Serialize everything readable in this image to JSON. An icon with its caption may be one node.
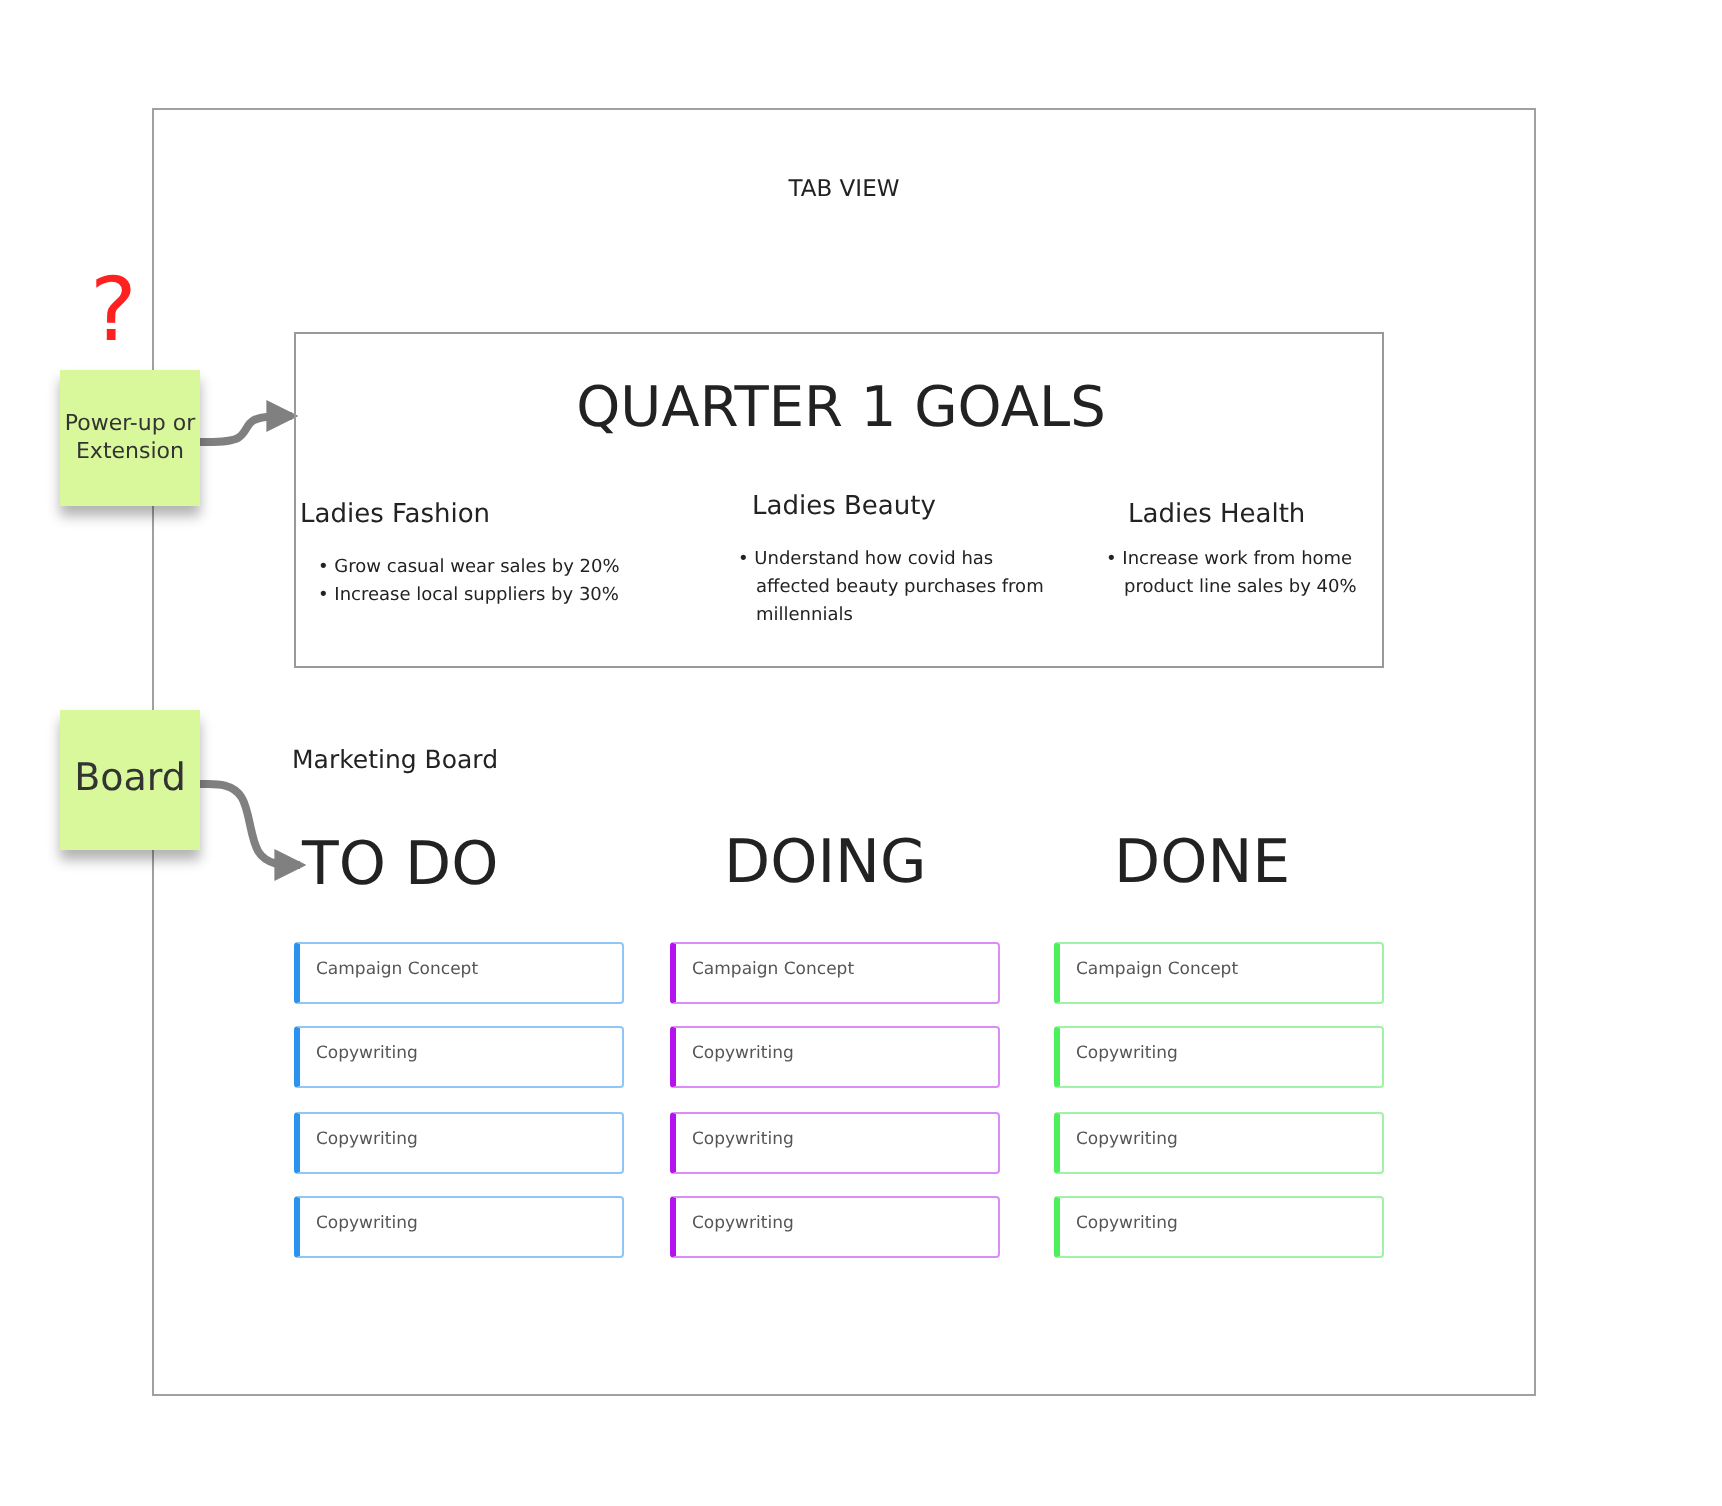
{
  "diagram": {
    "nodes": [
      {
        "text": [
          "TAB VIEW"
        ]
      },
      {
        "text": [
          "Power-up or Extension"
        ]
      },
      {
        "text": [
          "QUARTER 1 GOALS",
          "Ladies Fashion",
          "• Grow casual wear sales by 20%",
          "• Increase local suppliers by 30%",
          "Ladies Beauty",
          "• Understand how covid has affected beauty purchases from millennials",
          "Ladies Health",
          "• Increase work from home product line sales by 40%"
        ],
        "in": 0
      },
      {
        "text": [
          "Board"
        ]
      },
      {
        "text": [
          "TO DO"
        ],
        "in": 0
      },
      {
        "text": [
          "Campaign Concept"
        ],
        "in": 0
      },
      {
        "text": [
          "Campaign Concept"
        ],
        "in": 0
      },
      {
        "text": [
          "Campaign Concept"
        ],
        "in": 0
      },
      {
        "text": [
          "Copywriting"
        ],
        "in": 0
      },
      {
        "text": [
          "Copywriting"
        ],
        "in": 0
      },
      {
        "text": [
          "Copywriting"
        ],
        "in": 0
      },
      {
        "text": [
          "Copywriting"
        ],
        "in": 0
      },
      {
        "text": [
          "Copywriting"
        ],
        "in": 0
      },
      {
        "text": [
          "Copywriting"
        ],
        "in": 0
      },
      {
        "text": [
          "Copywriting"
        ],
        "in": 0
      },
      {
        "text": [
          "Copywriting"
        ],
        "in": 0
      },
      {
        "text": [
          "Copywriting"
        ],
        "in": 0
      }
    ],
    "edges": [
      {
        "from": 1,
        "to": 2,
        "arrow": "to"
      },
      {
        "from": 3,
        "to": 4,
        "arrow": "to"
      }
    ],
    "labels": [
      "?",
      "Marketing Board",
      "DOING",
      "DONE"
    ]
  }
}
